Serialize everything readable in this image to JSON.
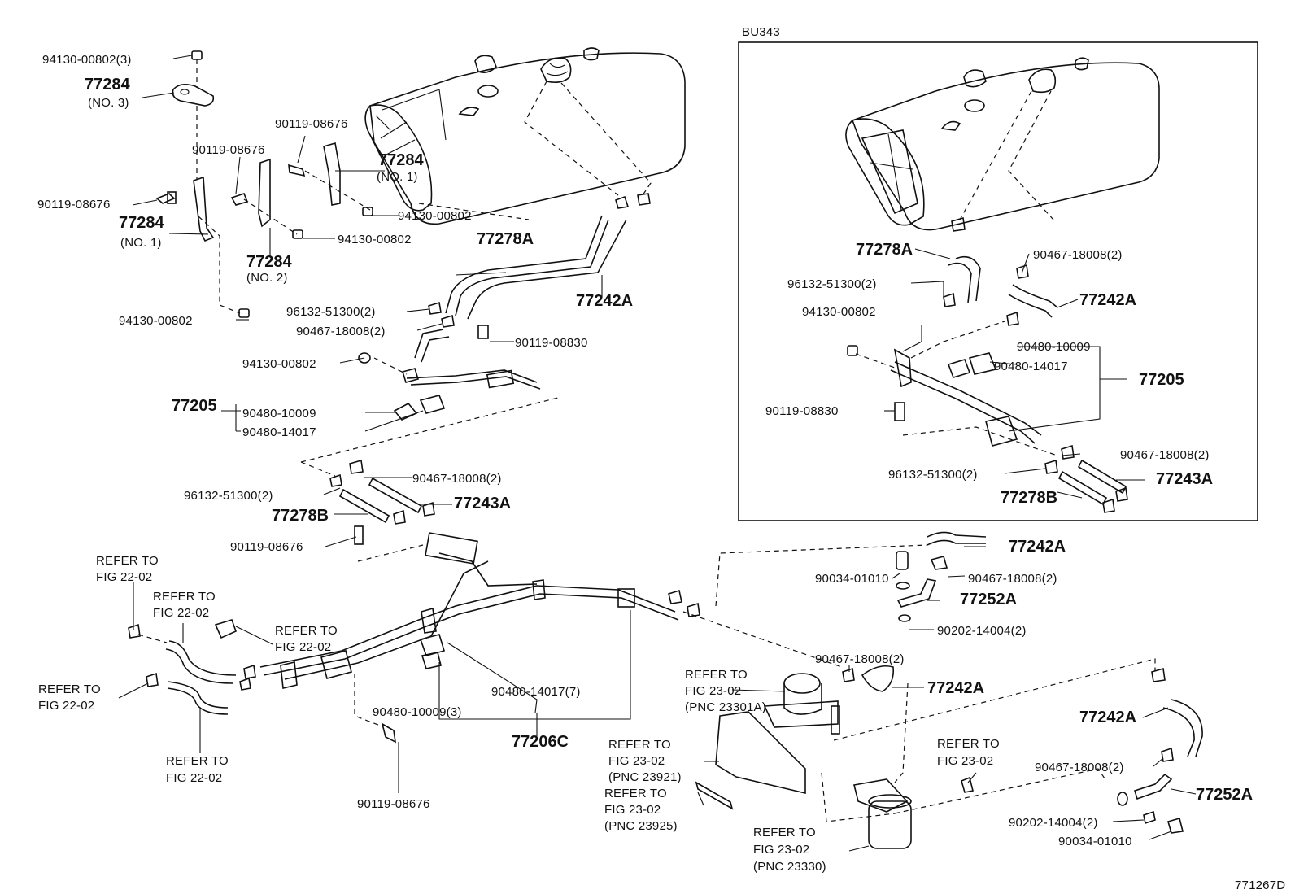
{
  "diagram": {
    "inset_title": "BU343",
    "figure_id": "771267D",
    "main_labels": {
      "l01": "94130-00802(3)",
      "l02": "77284",
      "l03": "(NO. 3)",
      "l04": "90119-08676",
      "l05": "90119-08676",
      "l06": "77284",
      "l07": "(NO. 1)",
      "l08": "90119-08676",
      "l09": "77284",
      "l10": "(NO. 1)",
      "l11": "94130-00802",
      "l12": "94130-00802",
      "l13": "77284",
      "l14": "(NO. 2)",
      "l15": "77278A",
      "l16": "77242A",
      "l17": "94130-00802",
      "l18": "96132-51300(2)",
      "l19": "90467-18008(2)",
      "l20": "90119-08830",
      "l21": "94130-00802",
      "l22": "77205",
      "l23": "90480-10009",
      "l24": "90480-14017",
      "l25": "90467-18008(2)",
      "l26": "96132-51300(2)",
      "l27": "77243A",
      "l28": "77278B",
      "l29": "90119-08676",
      "l30": "REFER TO",
      "l31": "FIG 22-02",
      "l32": "REFER TO",
      "l33": "FIG 22-02",
      "l34": "REFER TO",
      "l35": "FIG 22-02",
      "l36": "REFER TO",
      "l37": "FIG 22-02",
      "l38": "REFER TO",
      "l39": "FIG 22-02",
      "l40": "90480-14017(7)",
      "l41": "90480-10009(3)",
      "l42": "77206C",
      "l43": "90119-08676",
      "l44": "77242A",
      "l45": "90034-01010",
      "l46": "90467-18008(2)",
      "l47": "77252A",
      "l48": "90202-14004(2)",
      "l49": "90467-18008(2)",
      "l50": "77242A",
      "l51": "REFER TO",
      "l52": "FIG 23-02",
      "l53": "(PNC 23301A)",
      "l54": "REFER TO",
      "l55": "FIG 23-02",
      "l56": "(PNC 23921)",
      "l57": "REFER TO",
      "l58": "FIG 23-02",
      "l59": "(PNC 23925)",
      "l60": "REFER TO",
      "l61": "FIG 23-02",
      "l62": "(PNC 23330)",
      "l63": "REFER TO",
      "l64": "FIG 23-02",
      "l65": "77242A",
      "l66": "90467-18008(2)",
      "l67": "77252A",
      "l68": "90202-14004(2)",
      "l69": "90034-01010"
    },
    "inset_labels": {
      "i01": "77278A",
      "i02": "90467-18008(2)",
      "i03": "96132-51300(2)",
      "i04": "77242A",
      "i05": "94130-00802",
      "i06": "90480-10009",
      "i07": "90480-14017",
      "i08": "77205",
      "i09": "90119-08830",
      "i10": "90467-18008(2)",
      "i11": "96132-51300(2)",
      "i12": "77243A",
      "i13": "77278B"
    }
  }
}
